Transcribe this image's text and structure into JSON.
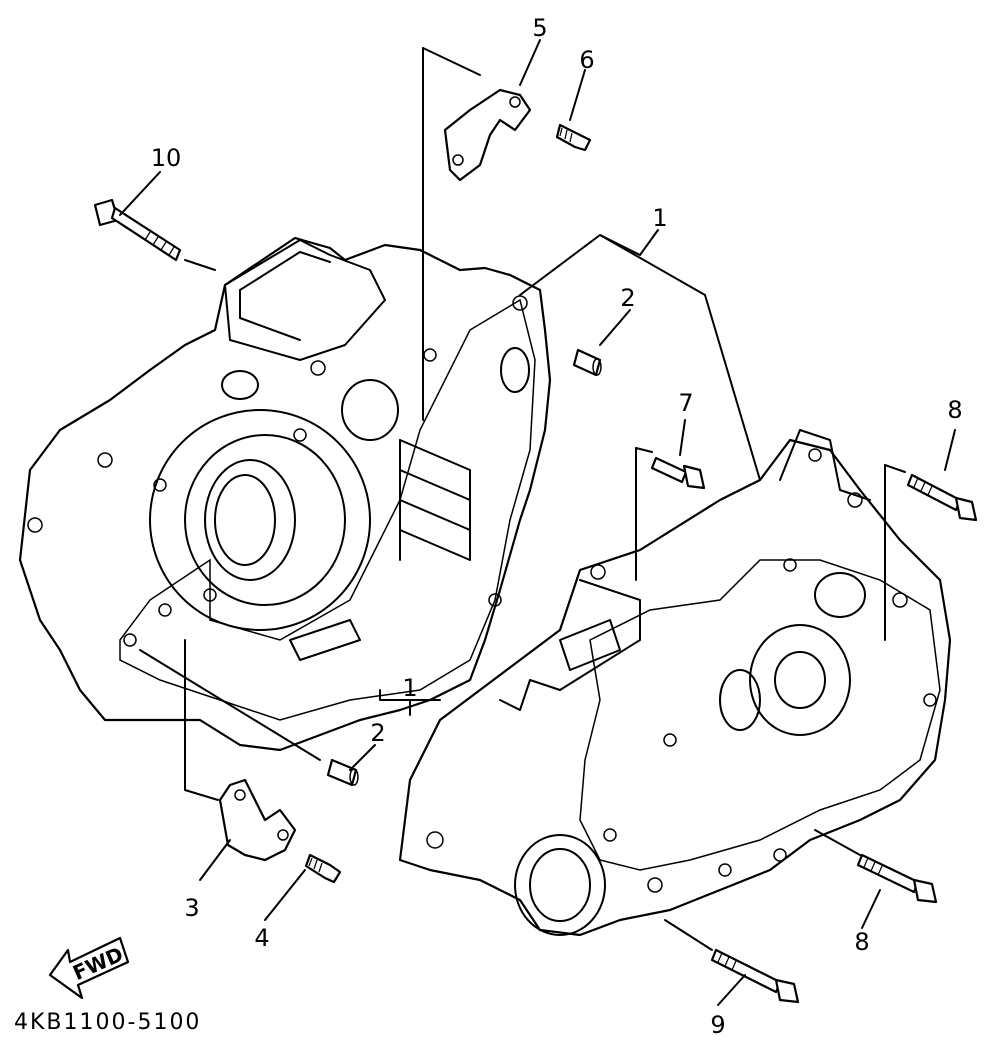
{
  "diagram": {
    "labels": {
      "l1a": "1",
      "l1b": "1",
      "l2a": "2",
      "l2b": "2",
      "l3": "3",
      "l4": "4",
      "l5": "5",
      "l6": "6",
      "l7": "7",
      "l8a": "8",
      "l8b": "8",
      "l9": "9",
      "l10": "10"
    },
    "fwd_label": "FWD",
    "drawing_code": "4KB1100-5100"
  }
}
